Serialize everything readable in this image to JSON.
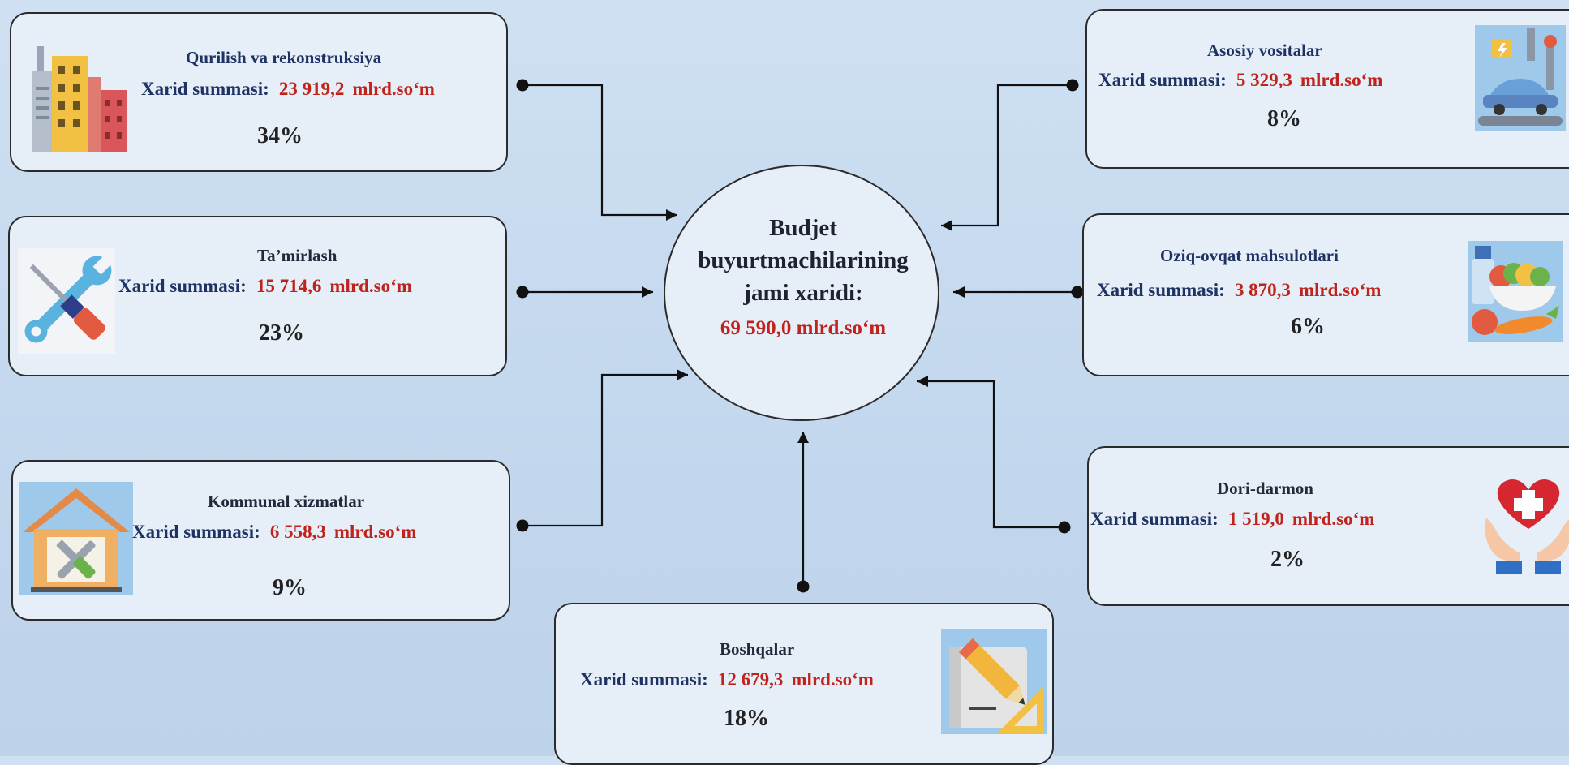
{
  "center": {
    "line1": "Budjet",
    "line2": "buyurtmachilarining",
    "line3": "jami xaridi:",
    "total": "69 590,0 mlrd.so‘m"
  },
  "common": {
    "sum_label": "Xarid summasi:",
    "unit_a": "mlrd.so‘m",
    "unit_b": "mlrd.so‘m"
  },
  "categories": [
    {
      "title": "Qurilish va  rekonstruksiya",
      "amount": "23 919,2",
      "unit": "mlrd.so‘m",
      "percent": "34%",
      "icon": "buildings-icon"
    },
    {
      "title": "Ta’mirlash",
      "amount": "15 714,6",
      "unit": "mlrd.so‘m",
      "percent": "23%",
      "icon": "wrench-screwdriver-icon"
    },
    {
      "title": "Kommunal  xizmatlar",
      "amount": "6 558,3",
      "unit": "mlrd.so‘m",
      "percent": "9%",
      "icon": "house-tools-icon"
    },
    {
      "title": "Boshqalar",
      "amount": "12 679,3",
      "unit": "mlrd.so‘m",
      "percent": "18%",
      "icon": "pencil-ruler-icon"
    },
    {
      "title": "Asosiy vositalar",
      "amount": "5 329,3",
      "unit": "mlrd.so‘m",
      "percent": "8%",
      "icon": "factory-robot-icon"
    },
    {
      "title": "Oziq-ovqat  mahsulotlari",
      "amount": "3 870,3",
      "unit": "mlrd.so‘m",
      "percent": "6%",
      "icon": "food-icon"
    },
    {
      "title": "Dori-darmon",
      "amount": "1 519,0",
      "unit": "mlrd.so‘m",
      "percent": "2%",
      "icon": "health-heart-hands-icon"
    }
  ],
  "colors": {
    "amount": "#c0231b",
    "title_blue": "#1f3264",
    "background": "#c6d9ee",
    "box": "#e6eef8"
  }
}
